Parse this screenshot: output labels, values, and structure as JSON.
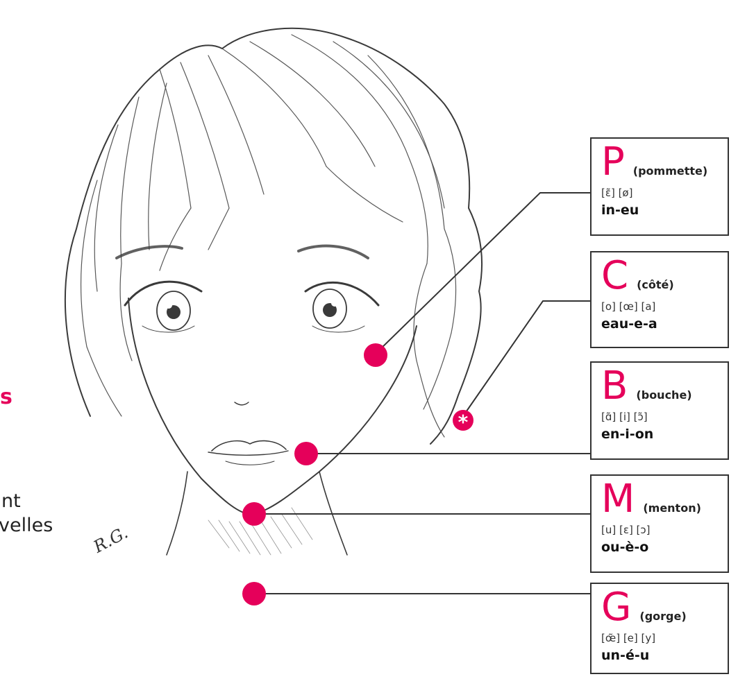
{
  "accent_color": "#e5005a",
  "line_color": "#333333",
  "left_text": {
    "accent_fragment": "s",
    "line1": "nt",
    "line2": "velles"
  },
  "signature": "R.G.",
  "marker_symbol": "*",
  "cards": [
    {
      "id": "pommette",
      "letter": "P",
      "word": "(pommette)",
      "phonetics": "[ɛ̃] [ø]",
      "vowels": "in-eu"
    },
    {
      "id": "cote",
      "letter": "C",
      "word": "(côté)",
      "phonetics": "[o] [œ] [a]",
      "vowels": "eau-e-a"
    },
    {
      "id": "bouche",
      "letter": "B",
      "word": "(bouche)",
      "phonetics": "[ɑ̃] [i] [ɔ̃]",
      "vowels": "en-i-on"
    },
    {
      "id": "menton",
      "letter": "M",
      "word": "(menton)",
      "phonetics": "[u] [ɛ] [ɔ]",
      "vowels": "ou-è-o"
    },
    {
      "id": "gorge",
      "letter": "G",
      "word": "(gorge)",
      "phonetics": "[œ̃] [e] [y]",
      "vowels": "un-é-u"
    }
  ]
}
